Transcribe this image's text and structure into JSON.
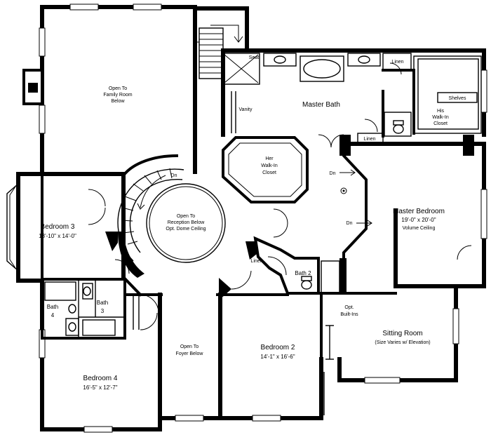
{
  "rooms": {
    "open_family": [
      "Open To",
      "Family Room",
      "Below"
    ],
    "master_bath": "Master Bath",
    "his_closet": [
      "His",
      "Walk-In",
      "Closet"
    ],
    "her_closet": [
      "Her",
      "Walk-In",
      "Closet"
    ],
    "open_reception": [
      "Open To",
      "Reception Below",
      "Opt. Dome Ceiling"
    ],
    "master_bedroom": {
      "name": "Master Bedroom",
      "size": "19'-0\" x 20'-0\"",
      "note": "Volume Ceiling"
    },
    "bedroom3": {
      "name": "Bedroom 3",
      "size": "13'-10\" x 14'-0\""
    },
    "bath2": "Bath 2",
    "bath3": [
      "Bath",
      "3"
    ],
    "bath4": [
      "Bath",
      "4"
    ],
    "bedroom4": {
      "name": "Bedroom 4",
      "size": "16'-5\" x 12'-7\""
    },
    "open_foyer": [
      "Open To",
      "Foyer Below"
    ],
    "bedroom2": {
      "name": "Bedroom 2",
      "size": "14'-1\" x 16'-6\""
    },
    "sitting_room": {
      "name": "Sitting Room",
      "note": "(Size Varies w/ Elevation)"
    }
  },
  "labels": {
    "seat": "Seat",
    "vanity": "Vanity",
    "linen": "Linen",
    "shelves": "Shelves",
    "dn": "Dn",
    "opt_builtins": [
      "Opt.",
      "Built-Ins"
    ]
  }
}
